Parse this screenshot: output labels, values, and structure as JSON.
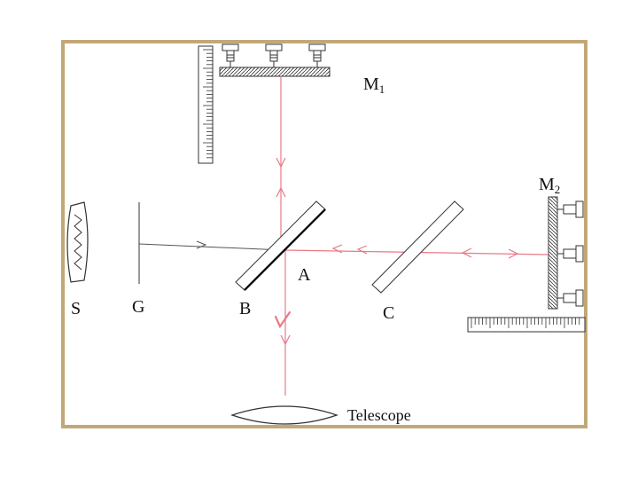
{
  "labels": {
    "m1": "M",
    "m1_sub": "1",
    "m2": "M",
    "m2_sub": "2",
    "source": "S",
    "glass": "G",
    "beam_splitter": "B",
    "compensator": "C",
    "point_a": "A",
    "telescope": "Telescope"
  },
  "colors": {
    "frame": "#c2a878",
    "light_beam": "#e87a86",
    "input_ray": "#555555",
    "ink": "#222222"
  }
}
